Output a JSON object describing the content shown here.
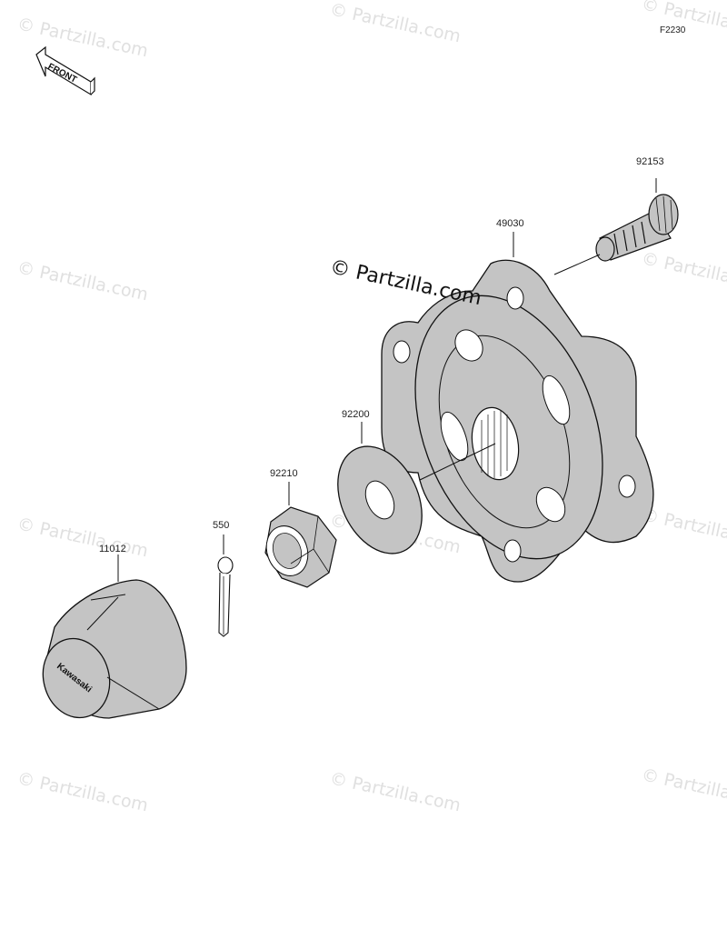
{
  "figure_code": "F2230",
  "front_label": "FRONT",
  "watermark_main": "© Partzilla.com",
  "watermark_repeat": "© Partzilla.com",
  "parts": [
    {
      "id": "p92153",
      "number": "92153",
      "name": "Stud bolt"
    },
    {
      "id": "p49030",
      "number": "49030",
      "name": "Hub"
    },
    {
      "id": "p92200",
      "number": "92200",
      "name": "Washer"
    },
    {
      "id": "p92210",
      "number": "92210",
      "name": "Nut"
    },
    {
      "id": "p550",
      "number": "550",
      "name": "Cotter pin"
    },
    {
      "id": "p11012",
      "number": "11012",
      "name": "Cap"
    }
  ],
  "cap_brand": "Kawasaki",
  "colors": {
    "line": "#111111",
    "shade": "#c4c4c4",
    "watermark": "#e0e0e0"
  }
}
